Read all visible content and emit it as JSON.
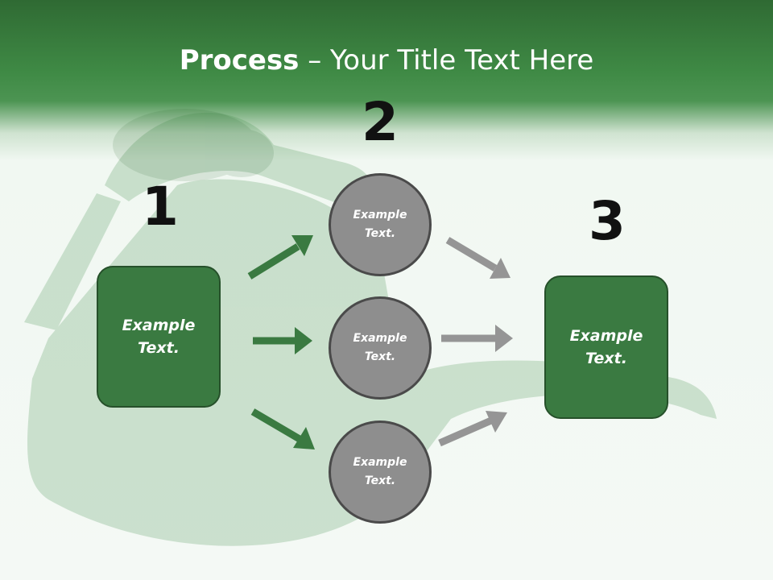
{
  "title": {
    "bold": "Process",
    "rest": " – Your Title Text Here"
  },
  "steps": [
    {
      "number": "1",
      "box_text": "Example\nText."
    },
    {
      "number": "2"
    },
    {
      "number": "3",
      "box_text": "Example\nText."
    }
  ],
  "circles": [
    {
      "text": "Example\nText."
    },
    {
      "text": "Example\nText."
    },
    {
      "text": "Example\nText."
    }
  ],
  "colors": {
    "header": "#3f8a45",
    "box": "#3a7a41",
    "circle": "#8e8e8e",
    "green_arrow": "#3a7a41",
    "gray_arrow": "#959595"
  }
}
